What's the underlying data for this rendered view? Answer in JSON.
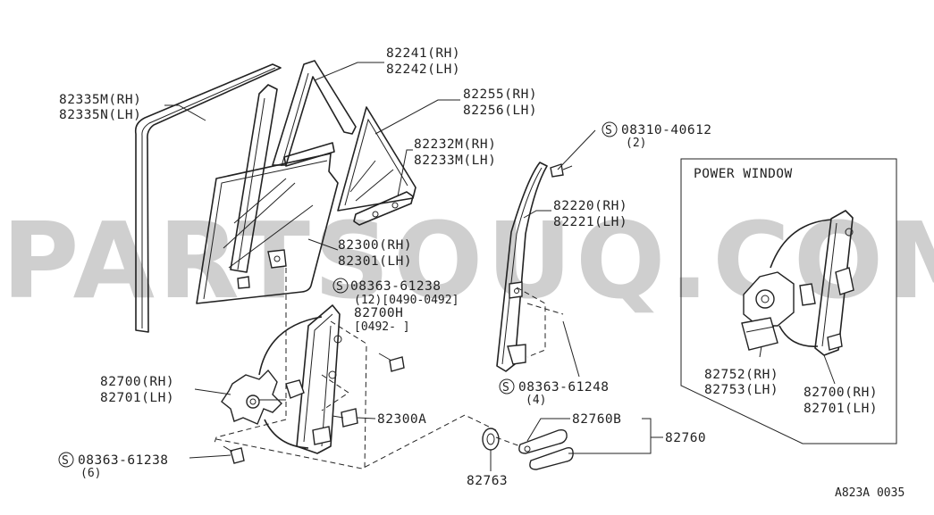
{
  "watermark": "PARTSOUQ.COM",
  "inset_title": "POWER WINDOW",
  "diagram_code": "A823A 0035",
  "callouts": {
    "p82335_rh": "82335M(RH)",
    "p82335_lh": "82335N(LH)",
    "p82241_rh": "82241(RH)",
    "p82241_lh": "82242(LH)",
    "p82255_rh": "82255(RH)",
    "p82255_lh": "82256(LH)",
    "p82232_rh": "82232M(RH)",
    "p82232_lh": "82233M(LH)",
    "p82300_rh": "82300(RH)",
    "p82300_lh": "82301(LH)",
    "bolt_top_num": "08363-61238",
    "bolt_top_qty": "(12)[0490-0492]",
    "p82700h": "82700H",
    "p82700h_date": "[0492-      ]",
    "p82700_rh": "82700(RH)",
    "p82700_lh": "82701(LH)",
    "p82300a": "82300A",
    "bolt_bottom_num": "08363-61238",
    "bolt_bottom_qty": "(6)",
    "screw_top_num": "08310-40612",
    "screw_top_qty": "(2)",
    "p82220_rh": "82220(RH)",
    "p82220_lh": "82221(LH)",
    "bolt_mid_num": "08363-61248",
    "bolt_mid_qty": "(4)",
    "p82760b": "82760B",
    "p82760": "82760",
    "p82763": "82763",
    "p82752_rh": "82752(RH)",
    "p82752_lh": "82753(LH)",
    "pw82700_rh": "82700(RH)",
    "pw82700_lh": "82701(LH)"
  },
  "symbols": {
    "standard_part": "S"
  }
}
